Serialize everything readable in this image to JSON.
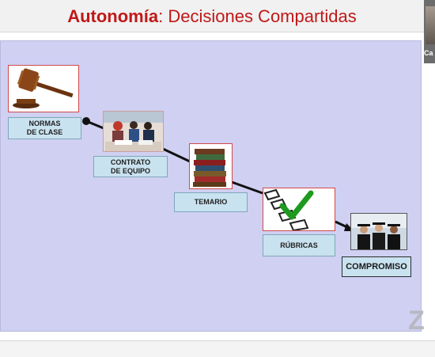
{
  "title": {
    "accent": "Autonomía",
    "rest": ": Decisiones Compartidas"
  },
  "video_thumb": {
    "label": "Ca"
  },
  "watermark": "Z",
  "colors": {
    "title": "#c01818",
    "slide_bg": "#cfd0f2",
    "label_bg": "#c9e2ef"
  },
  "steps": [
    {
      "label": "NORMAS\nDE CLASE",
      "icon": "gavel-icon"
    },
    {
      "label": "CONTRATO\nDE EQUIPO",
      "icon": "team-photo-icon"
    },
    {
      "label": "TEMARIO",
      "icon": "books-icon"
    },
    {
      "label": "RÚBRICAS",
      "icon": "checklist-icon"
    },
    {
      "label": "COMPROMISO",
      "icon": "graduates-icon"
    }
  ]
}
